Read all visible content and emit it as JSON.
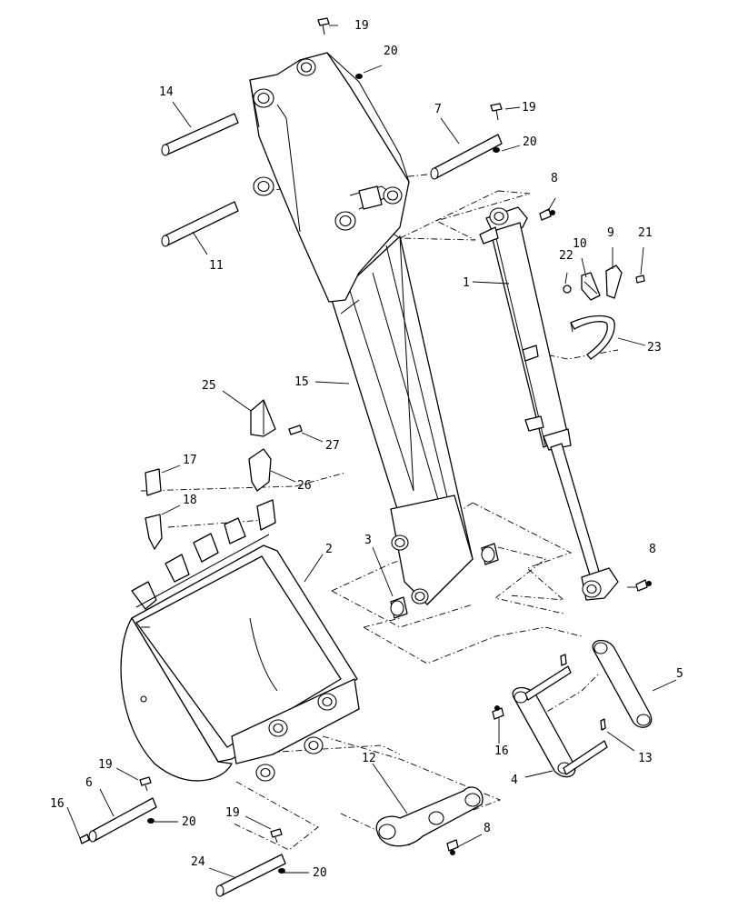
{
  "callouts": [
    {
      "id": "c19a",
      "text": "19"
    },
    {
      "id": "c20a",
      "text": "20"
    },
    {
      "id": "c14",
      "text": "14"
    },
    {
      "id": "c7",
      "text": "7"
    },
    {
      "id": "c19b",
      "text": "19"
    },
    {
      "id": "c20b",
      "text": "20"
    },
    {
      "id": "c8a",
      "text": "8"
    },
    {
      "id": "c11",
      "text": "11"
    },
    {
      "id": "c22",
      "text": "22"
    },
    {
      "id": "c10",
      "text": "10"
    },
    {
      "id": "c9",
      "text": "9"
    },
    {
      "id": "c21",
      "text": "21"
    },
    {
      "id": "c1",
      "text": "1"
    },
    {
      "id": "c23",
      "text": "23"
    },
    {
      "id": "c15",
      "text": "15"
    },
    {
      "id": "c25",
      "text": "25"
    },
    {
      "id": "c27",
      "text": "27"
    },
    {
      "id": "c17",
      "text": "17"
    },
    {
      "id": "c26",
      "text": "26"
    },
    {
      "id": "c18",
      "text": "18"
    },
    {
      "id": "c2",
      "text": "2"
    },
    {
      "id": "c3",
      "text": "3"
    },
    {
      "id": "c8b",
      "text": "8"
    },
    {
      "id": "c5",
      "text": "5"
    },
    {
      "id": "c16a",
      "text": "16"
    },
    {
      "id": "c13",
      "text": "13"
    },
    {
      "id": "c4",
      "text": "4"
    },
    {
      "id": "c12",
      "text": "12"
    },
    {
      "id": "c19c",
      "text": "19"
    },
    {
      "id": "c6",
      "text": "6"
    },
    {
      "id": "c16b",
      "text": "16"
    },
    {
      "id": "c20c",
      "text": "20"
    },
    {
      "id": "c19d",
      "text": "19"
    },
    {
      "id": "c8c",
      "text": "8"
    },
    {
      "id": "c24",
      "text": "24"
    },
    {
      "id": "c20d",
      "text": "20"
    }
  ]
}
